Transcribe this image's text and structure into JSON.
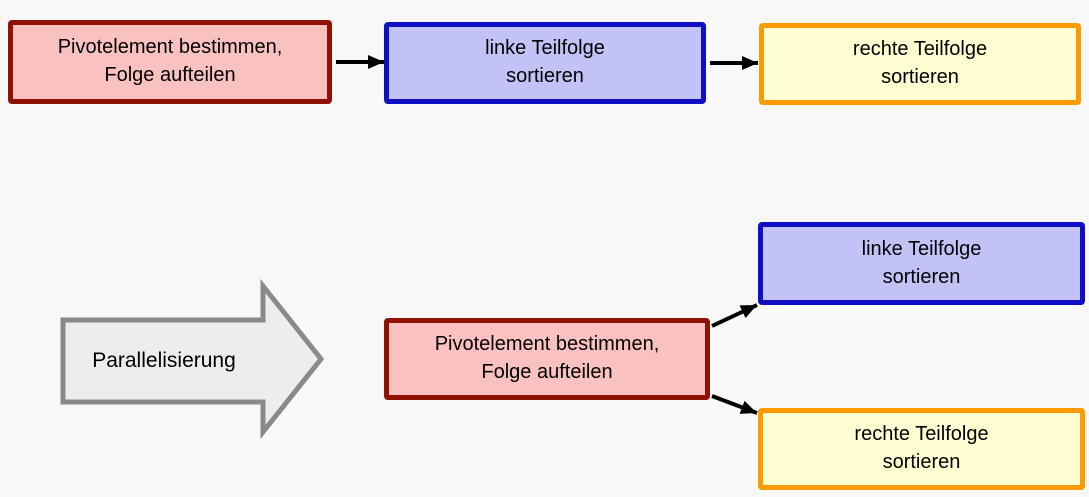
{
  "top_flow": {
    "pivot_box": {
      "line1": "Pivotelement bestimmen,",
      "line2": "Folge aufteilen"
    },
    "linke_box": {
      "line1": "linke Teilfolge",
      "line2": "sortieren"
    },
    "rechte_box": {
      "line1": "rechte Teilfolge",
      "line2": "sortieren"
    }
  },
  "parallel_flow": {
    "arrow_label": "Parallelisierung",
    "pivot_box": {
      "line1": "Pivotelement bestimmen,",
      "line2": "Folge aufteilen"
    },
    "linke_box": {
      "line1": "linke Teilfolge",
      "line2": "sortieren"
    },
    "rechte_box": {
      "line1": "rechte Teilfolge",
      "line2": "sortieren"
    }
  },
  "colors": {
    "background": "#f8f8f8",
    "pivot_fill": "#fac1c1",
    "pivot_border": "#8e1103",
    "linke_fill": "#c2c2f7",
    "linke_border": "#0f0fc4",
    "rechte_fill": "#ffffd2",
    "rechte_border": "#ff9900",
    "parallel_arrow_fill": "#ededed",
    "parallel_arrow_border": "#8a8a8a",
    "connector": "#000000"
  }
}
